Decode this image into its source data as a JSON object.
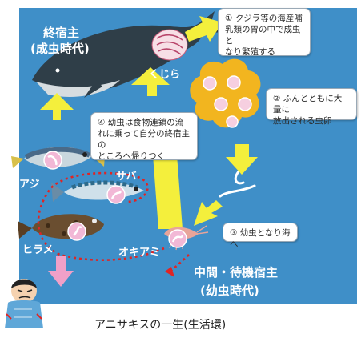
{
  "hosts": {
    "definitive_title": "終宿主",
    "definitive_sub": "(成虫時代)",
    "intermediate_title": "中間・待機宿主",
    "intermediate_sub": "(幼虫時代)"
  },
  "organisms": {
    "whale": "くじら",
    "mackerel": "サバ",
    "horse_mackerel": "アジ",
    "flounder": "ヒラメ",
    "krill": "オキアミ"
  },
  "steps": [
    {
      "num": "①",
      "text_lines": [
        "クジラ等の海産哺",
        "乳類の胃の中で成虫と",
        "なり繁殖する"
      ]
    },
    {
      "num": "②",
      "text_lines": [
        "ふんとともに大量に",
        "放出される虫卵"
      ]
    },
    {
      "num": "③",
      "text_lines": [
        "幼虫となり海へ"
      ]
    },
    {
      "num": "④",
      "text_lines": [
        "幼虫は食物連鎖の流",
        "れに乗って自分の終宿主の",
        "ところへ帰りつく"
      ]
    }
  ],
  "caption": "アニサキスの一生(生活環)",
  "colors": {
    "sea": "#3f8fc8",
    "arrow": "#f4ef3c",
    "dotted_path": "#e02424",
    "pink_arrow": "#f0a0c8",
    "egg_mass": "#f2b51f"
  }
}
